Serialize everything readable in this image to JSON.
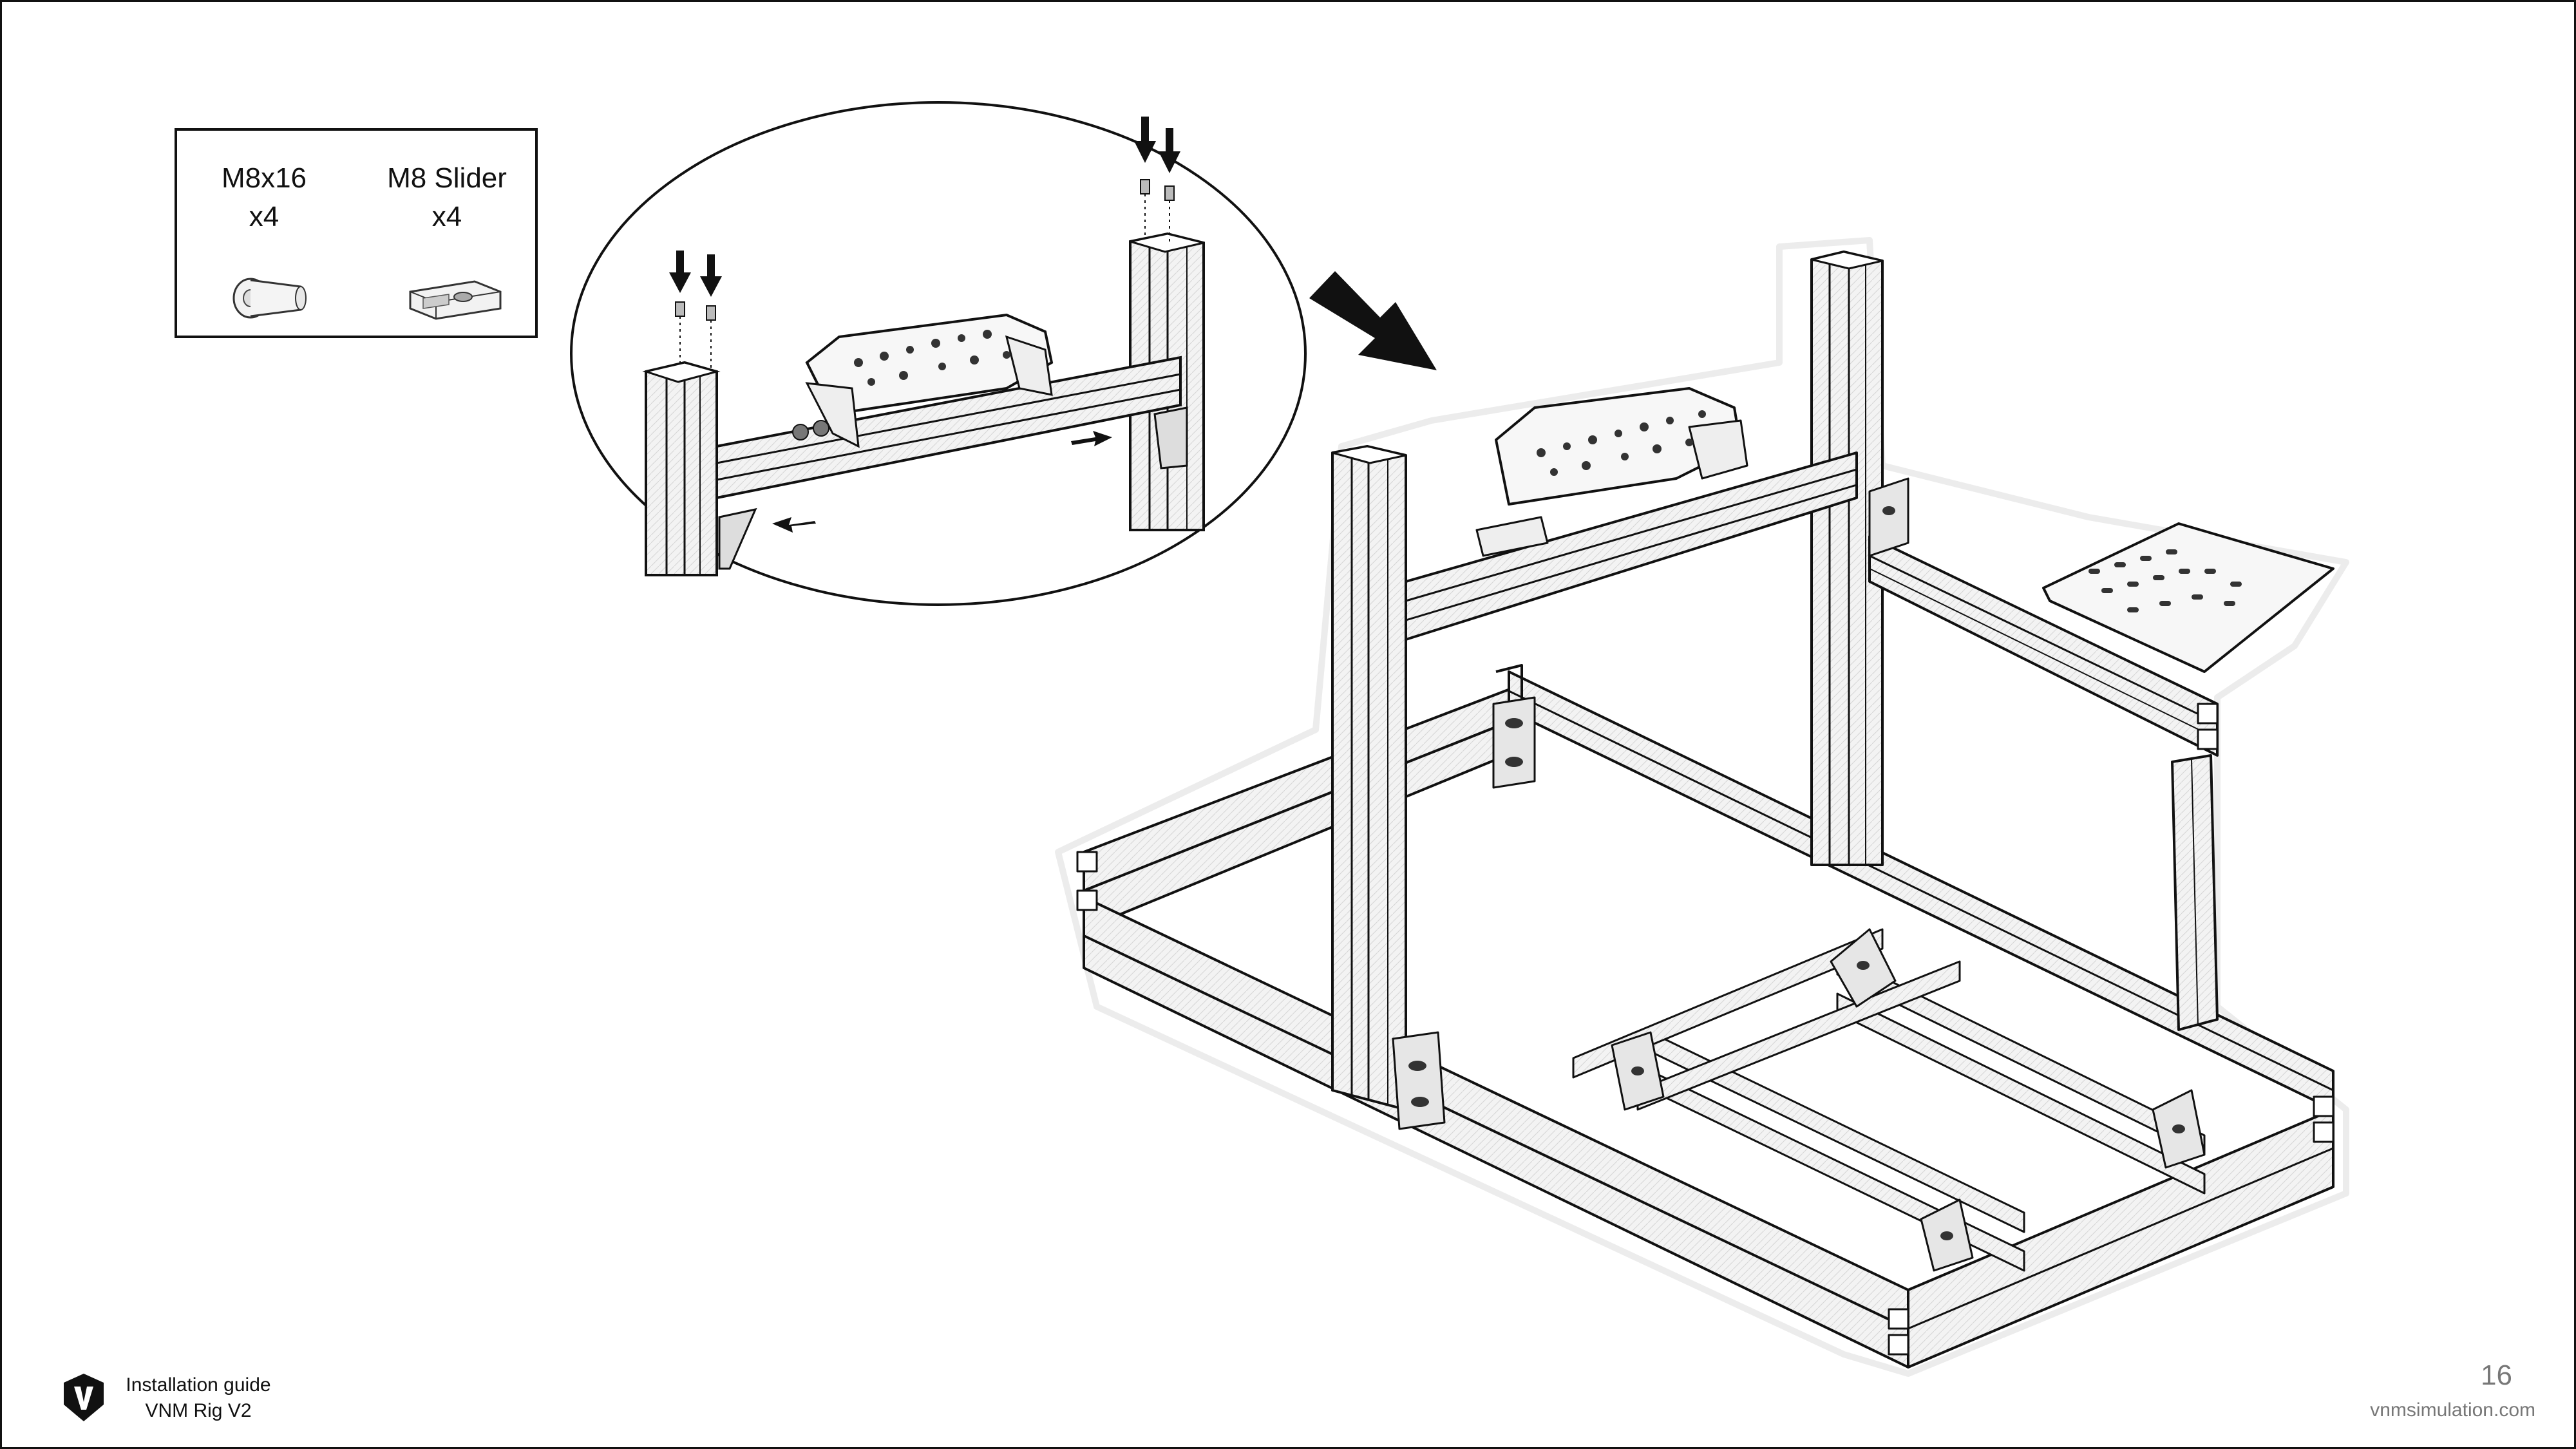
{
  "parts": [
    {
      "name": "M8x16",
      "qty": "x4",
      "icon": "bolt-icon"
    },
    {
      "name": "M8 Slider",
      "qty": "x4",
      "icon": "t-slider-icon"
    }
  ],
  "footer": {
    "guide_line1": "Installation guide",
    "guide_line2": "VNM Rig V2",
    "page_number": "16",
    "website": "vnmsimulation.com",
    "logo_letter": "V"
  },
  "colors": {
    "line": "#111111",
    "metal": "#e9e9e9",
    "muted": "#777777"
  }
}
